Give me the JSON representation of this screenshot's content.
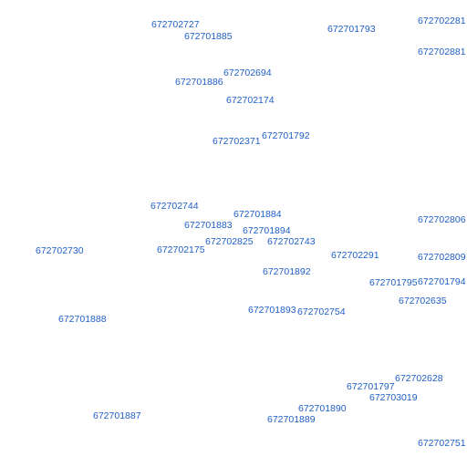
{
  "colors": {
    "background": "#ffffff",
    "label_text": "#1f5fc7"
  },
  "labels": [
    "672702727",
    "672701885",
    "672701793",
    "672702281",
    "672702881",
    "672702694",
    "672701886",
    "672702174",
    "672702371",
    "672701792",
    "672702744",
    "672701884",
    "672701883",
    "672701894",
    "672702806",
    "672702825",
    "672702743",
    "672702730",
    "672702175",
    "672702291",
    "672702809",
    "672701892",
    "672701795",
    "672701794",
    "672702635",
    "672701893",
    "672702754",
    "672701888",
    "672702628",
    "672701797",
    "672703019",
    "672701890",
    "672701887",
    "672701889",
    "672702751"
  ]
}
